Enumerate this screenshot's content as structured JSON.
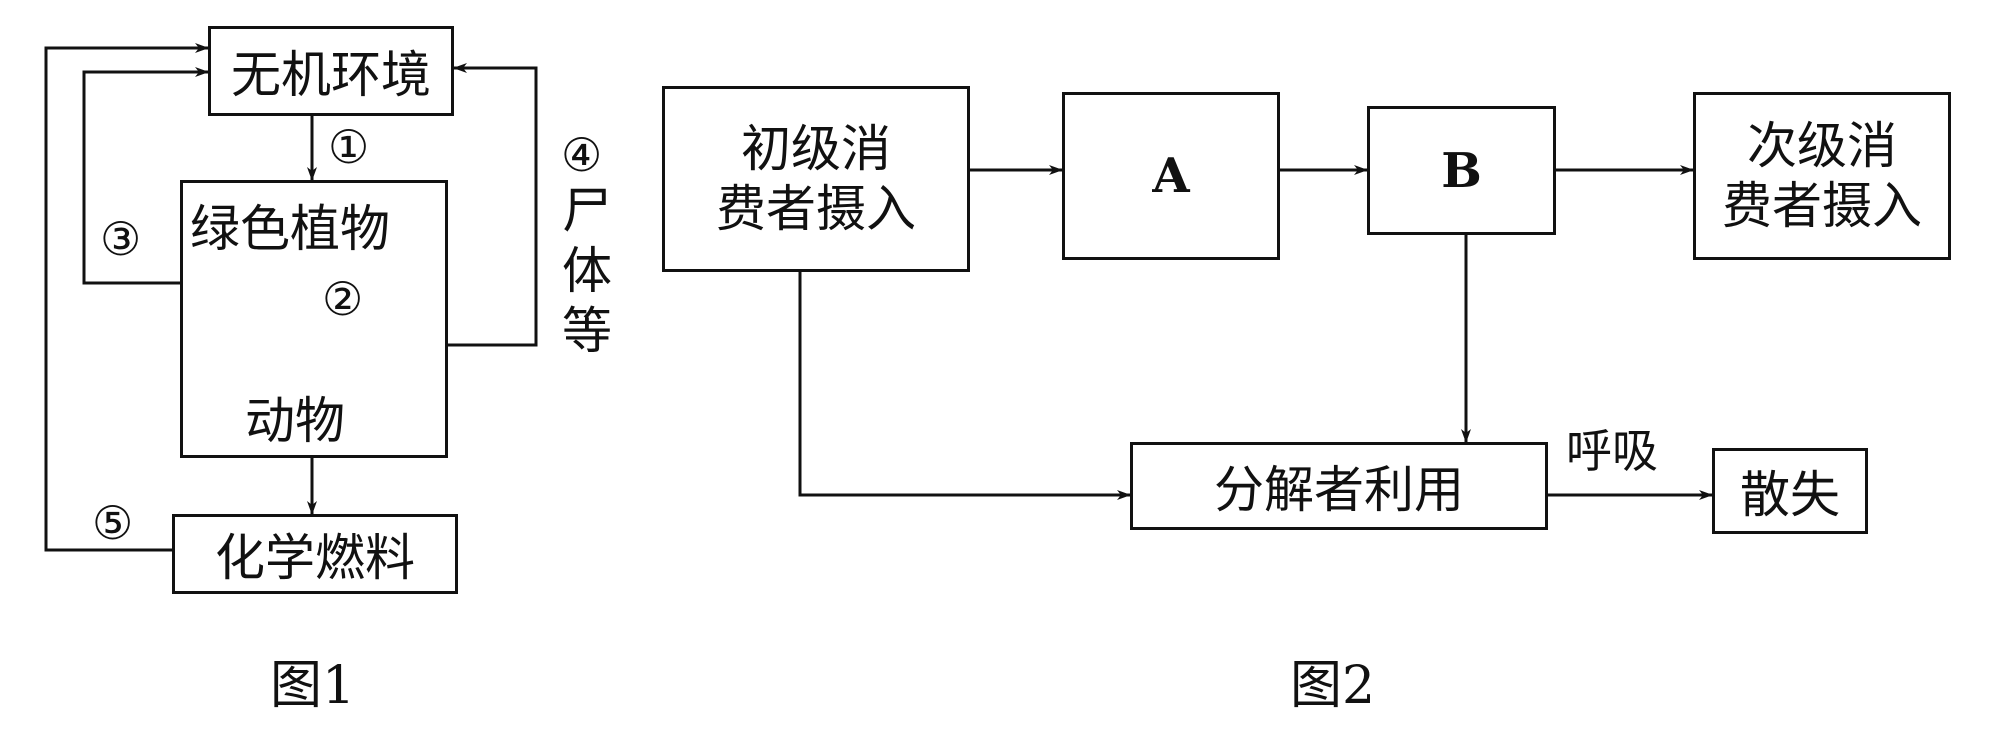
{
  "figure1": {
    "caption": "图1",
    "inorganic_env": "无机环境",
    "green_plants": "绿色植物",
    "animals": "动物",
    "fossil_fuel": "化学燃料",
    "label_1": "①",
    "label_2": "②",
    "label_3": "③",
    "label_4": "④",
    "label_4_text": [
      "尸",
      "体",
      "等"
    ],
    "label_5": "⑤"
  },
  "figure2": {
    "caption": "图2",
    "primary_intake_line1": "初级消",
    "primary_intake_line2": "费者摄入",
    "box_a": "A",
    "box_b": "B",
    "secondary_intake_line1": "次级消",
    "secondary_intake_line2": "费者摄入",
    "decomposer_use": "分解者利用",
    "respiration": "呼吸",
    "dissipation": "散失"
  }
}
